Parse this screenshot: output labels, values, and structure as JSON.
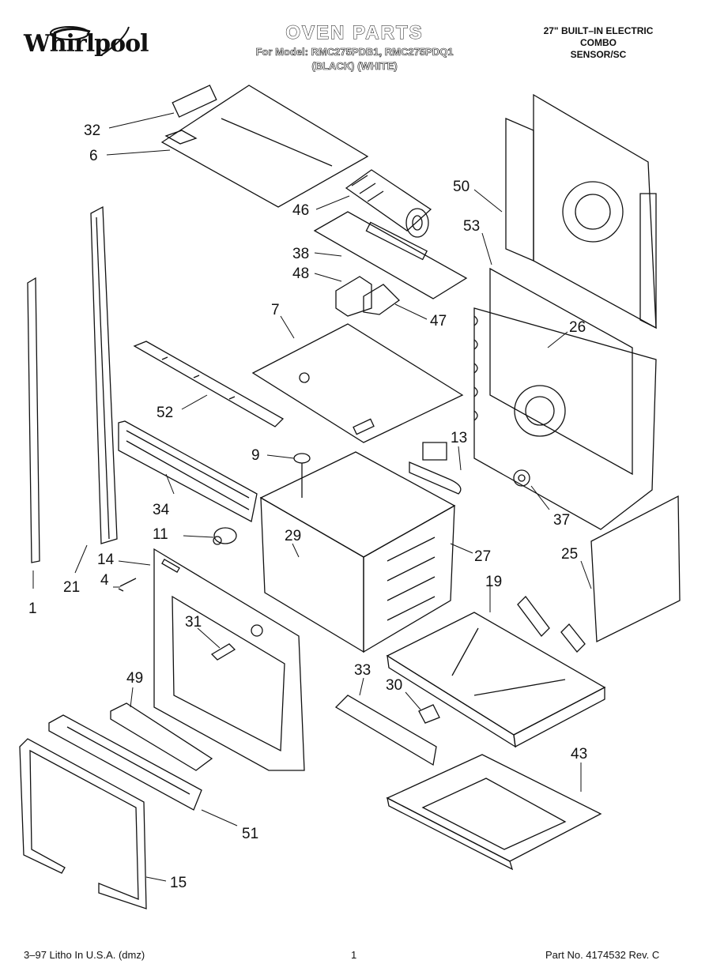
{
  "header": {
    "brand": "Whirlpool",
    "title": "OVEN PARTS",
    "subtitle_line1": "For Model: RMC275PDB1, RMC275PDQ1",
    "subtitle_line2": "(BLACK)     (WHITE)",
    "model_line1": "27\" BUILT–IN ELECTRIC",
    "model_line2": "COMBO",
    "model_line3": "SENSOR/SC"
  },
  "callouts": [
    "32",
    "6",
    "46",
    "50",
    "53",
    "38",
    "48",
    "47",
    "7",
    "26",
    "52",
    "9",
    "13",
    "34",
    "11",
    "37",
    "14",
    "29",
    "27",
    "25",
    "4",
    "21",
    "1",
    "31",
    "19",
    "49",
    "33",
    "30",
    "43",
    "51",
    "15"
  ],
  "footer": {
    "left": "3–97 Litho In U.S.A. (dmz)",
    "page": "1",
    "right": "Part No. 4174532 Rev. C"
  }
}
